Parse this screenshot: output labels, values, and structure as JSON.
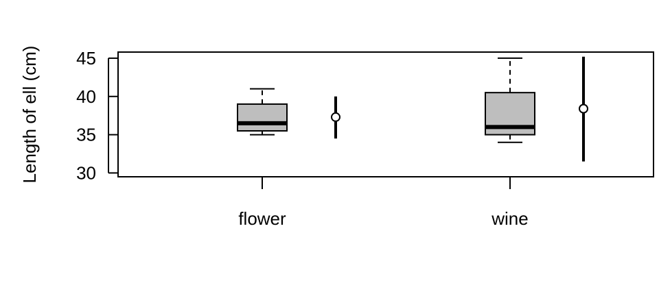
{
  "chart_data": {
    "type": "box",
    "title": "",
    "xlabel": "",
    "ylabel": "Length of ell (cm)",
    "ylim": [
      29.5,
      45.8
    ],
    "yticks": [
      30,
      35,
      40,
      45
    ],
    "categories": [
      "flower",
      "wine"
    ],
    "boxes": [
      {
        "category": "flower",
        "lower_whisker": 35.0,
        "q1": 35.5,
        "median": 36.5,
        "q3": 39.0,
        "upper_whisker": 41.0
      },
      {
        "category": "wine",
        "lower_whisker": 34.0,
        "q1": 35.0,
        "median": 36.0,
        "q3": 40.5,
        "upper_whisker": 45.0
      }
    ],
    "intervals": [
      {
        "category": "flower",
        "center": 37.3,
        "low": 34.5,
        "high": 40.0
      },
      {
        "category": "wine",
        "center": 38.4,
        "low": 31.5,
        "high": 45.2
      }
    ],
    "colors": {
      "box_fill": "#bebebe",
      "line": "#000000",
      "marker_fill": "#ffffff"
    },
    "grid": false,
    "legend": "none"
  }
}
